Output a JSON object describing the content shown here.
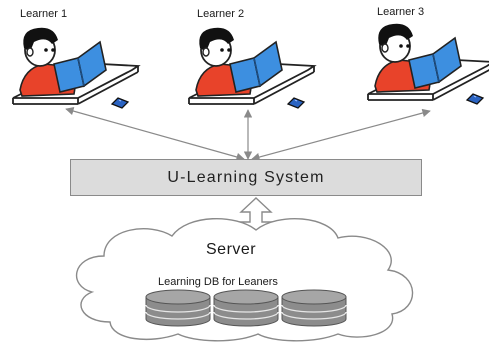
{
  "learners": [
    {
      "label": "Learner 1"
    },
    {
      "label": "Learner 2"
    },
    {
      "label": "Learner 3"
    }
  ],
  "system": {
    "label": "U-Learning System"
  },
  "server": {
    "label": "Server",
    "db_label": "Learning DB for Leaners"
  },
  "colors": {
    "book_blue": "#3d8fe0",
    "shirt_red": "#e8432a",
    "system_box_fill": "#dcdcdc",
    "cylinder_fill": "#8c8c8c",
    "arrow": "#8a8a8a"
  }
}
